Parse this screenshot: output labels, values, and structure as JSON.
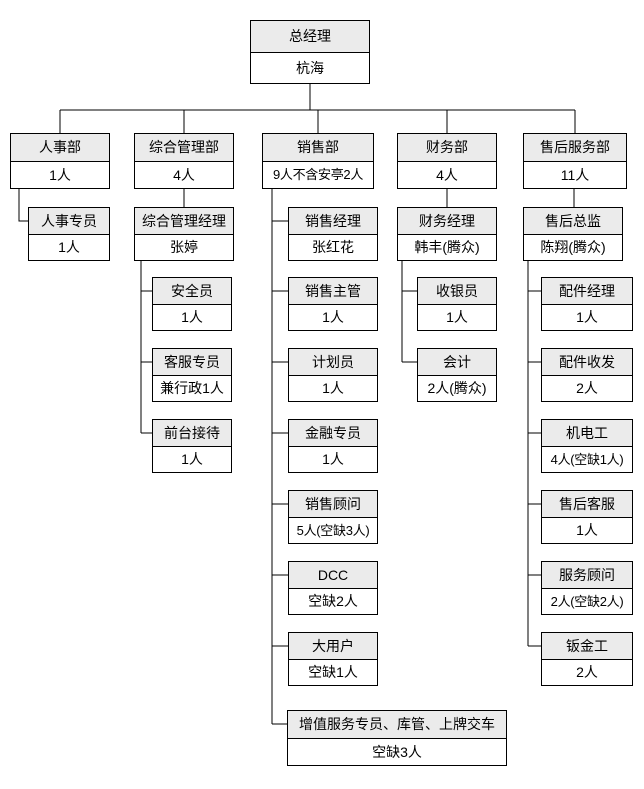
{
  "nodes": {
    "gm": {
      "title": "总经理",
      "value": "杭海"
    },
    "dept_hr": {
      "title": "人事部",
      "value": "1人"
    },
    "dept_admin": {
      "title": "综合管理部",
      "value": "4人"
    },
    "dept_sales": {
      "title": "销售部",
      "value": "9人不含安亭2人"
    },
    "dept_finance": {
      "title": "财务部",
      "value": "4人"
    },
    "dept_after": {
      "title": "售后服务部",
      "value": "11人"
    },
    "hr_specialist": {
      "title": "人事专员",
      "value": "1人"
    },
    "admin_manager": {
      "title": "综合管理经理",
      "value": "张婷"
    },
    "safety_officer": {
      "title": "安全员",
      "value": "1人"
    },
    "cs_specialist": {
      "title": "客服专员",
      "value": "兼行政1人"
    },
    "receptionist": {
      "title": "前台接待",
      "value": "1人"
    },
    "sales_manager": {
      "title": "销售经理",
      "value": "张红花"
    },
    "sales_supervisor": {
      "title": "销售主管",
      "value": "1人"
    },
    "planner": {
      "title": "计划员",
      "value": "1人"
    },
    "finance_specialist": {
      "title": "金融专员",
      "value": "1人"
    },
    "sales_consultant": {
      "title": "销售顾问",
      "value": "5人(空缺3人)"
    },
    "dcc": {
      "title": "DCC",
      "value": "空缺2人"
    },
    "key_account": {
      "title": "大用户",
      "value": "空缺1人"
    },
    "value_added": {
      "title": "增值服务专员、库管、上牌交车",
      "value": "空缺3人"
    },
    "finance_manager": {
      "title": "财务经理",
      "value": "韩丰(腾众)"
    },
    "cashier": {
      "title": "收银员",
      "value": "1人"
    },
    "accountant": {
      "title": "会计",
      "value": "2人(腾众)"
    },
    "after_director": {
      "title": "售后总监",
      "value": "陈翔(腾众)"
    },
    "parts_manager": {
      "title": "配件经理",
      "value": "1人"
    },
    "parts_clerk": {
      "title": "配件收发",
      "value": "2人"
    },
    "mechanic": {
      "title": "机电工",
      "value": "4人(空缺1人)"
    },
    "after_cs": {
      "title": "售后客服",
      "value": "1人"
    },
    "service_advisor": {
      "title": "服务顾问",
      "value": "2人(空缺2人)"
    },
    "panel_beater": {
      "title": "钣金工",
      "value": "2人"
    }
  },
  "colors": {
    "header_bg": "#ebebeb",
    "body_bg": "#ffffff",
    "border": "#000000",
    "line": "#000000"
  }
}
